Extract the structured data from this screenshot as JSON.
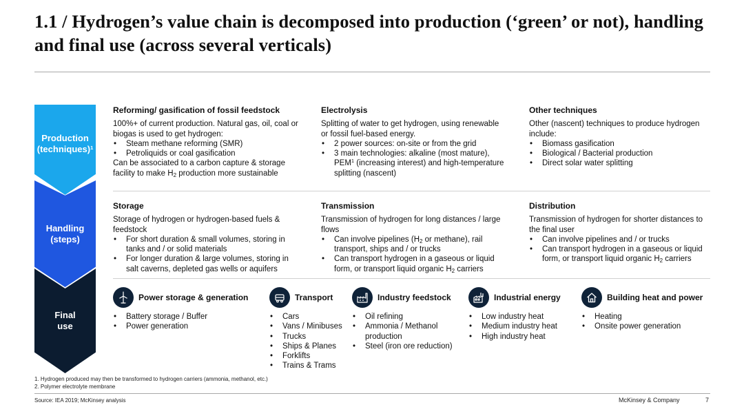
{
  "title": "1.1 / Hydrogen’s value chain is decomposed into production (‘green’ or not), handling and final use (across several verticals)",
  "colors": {
    "production": "#1ba7ec",
    "handling": "#1f57e0",
    "final_use": "#0c1c30",
    "icon_bg": "#0f2238"
  },
  "chevrons": {
    "production": {
      "line1": "Production",
      "line2": "(techniques)",
      "sup": "1"
    },
    "handling": {
      "line1": "Handling",
      "line2": "(steps)"
    },
    "final_use": {
      "line1": "Final",
      "line2": "use"
    }
  },
  "production": {
    "reforming": {
      "heading": "Reforming/ gasification of fossil feedstock",
      "intro": "100%+ of current production. Natural gas, oil, coal or biogas is used to get hydrogen:",
      "bullets": [
        "Steam methane reforming (SMR)",
        "Petroliquids or coal gasification"
      ],
      "outro_a": "Can be associated to a carbon capture & storage facility to make H",
      "outro_sub": "2",
      "outro_b": " production more sustainable"
    },
    "electrolysis": {
      "heading": "Electrolysis",
      "intro": "Splitting of water to get hydrogen, using renewable or fossil fuel-based energy.",
      "bullet1": "2 power sources: on-site or from the grid",
      "bullet2_a": "3 main technologies: alkaline (most mature), PEM",
      "bullet2_sup": "1",
      "bullet2_b": " (increasing interest) and high-temperature splitting (nascent)"
    },
    "other": {
      "heading": "Other techniques",
      "intro": "Other (nascent) techniques to produce hydrogen include:",
      "bullets": [
        "Biomass gasification",
        "Biological / Bacterial production",
        "Direct solar water splitting"
      ]
    }
  },
  "handling": {
    "storage": {
      "heading": "Storage",
      "intro": "Storage of hydrogen or hydrogen-based fuels & feedstock",
      "bullets": [
        "For short duration & small volumes, storing in tanks and / or solid materials",
        "For longer duration & large volumes, storing in salt caverns, depleted gas wells or aquifers"
      ]
    },
    "transmission": {
      "heading": "Transmission",
      "intro": "Transmission of hydrogen for long distances / large flows",
      "bullet1_a": "Can involve pipelines (H",
      "bullet1_sub": "2",
      "bullet1_b": " or methane), rail transport, ships and / or trucks",
      "bullet2_a": "Can transport hydrogen in a gaseous or liquid form, or transport liquid organic H",
      "bullet2_sub": "2",
      "bullet2_b": " carriers"
    },
    "distribution": {
      "heading": "Distribution",
      "intro": "Transmission of hydrogen for shorter distances to the final user",
      "bullet1": "Can involve pipelines and / or trucks",
      "bullet2_a": "Can transport hydrogen in a gaseous or liquid form, or transport liquid organic H",
      "bullet2_sub": "2",
      "bullet2_b": " carriers"
    }
  },
  "final_use": [
    {
      "title": "Power storage & generation",
      "icon": "wind-turbine-icon",
      "items": [
        "Battery storage / Buffer",
        "Power generation"
      ]
    },
    {
      "title": "Transport",
      "icon": "vehicle-icon",
      "items": [
        "Cars",
        "Vans / Minibuses",
        "Trucks",
        "Ships & Planes",
        "Forklifts",
        "Trains & Trams"
      ]
    },
    {
      "title": "Industry feedstock",
      "icon": "factory-icon",
      "items": [
        "Oil refining",
        "Ammonia / Methanol production",
        "Steel (iron ore reduction)"
      ]
    },
    {
      "title": "Industrial energy",
      "icon": "industrial-plant-icon",
      "items": [
        "Low industry heat",
        "Medium industry heat",
        "High industry heat"
      ]
    },
    {
      "title": "Building heat and power",
      "icon": "house-icon",
      "items": [
        "Heating",
        "Onsite power generation"
      ]
    }
  ],
  "footnotes": [
    "1. Hydrogen produced may then be transformed to hydrogen carriers (ammonia, methanol, etc.)",
    "2. Polymer electrolyte membrane"
  ],
  "source": "Source: IEA 2019; McKinsey analysis",
  "brand": "McKinsey & Company",
  "page_number": "7"
}
